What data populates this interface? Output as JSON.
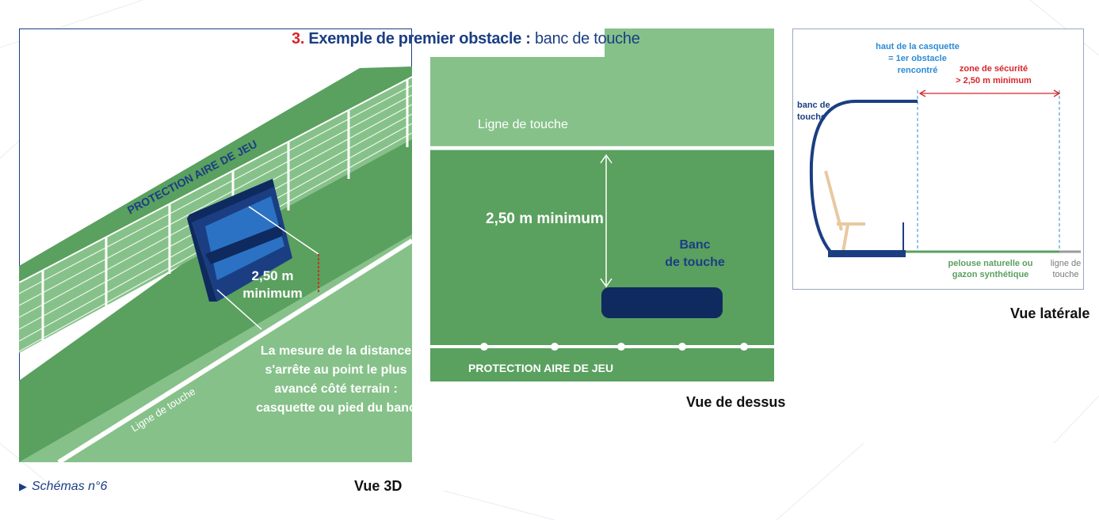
{
  "title": {
    "number": "3.",
    "bold_text": "Exemple de premier obstacle :",
    "normal_text": "banc de touche"
  },
  "view_3d": {
    "protection_label": "PROTECTION AIRE DE JEU",
    "distance_line1": "2,50 m",
    "distance_line2": "minimum",
    "note_lines": [
      "La mesure de la distance",
      "s'arrête au point le plus",
      "avancé côté terrain :",
      "casquette ou pied du banc"
    ],
    "touchline_label": "Ligne de touche",
    "caption": "Vue 3D"
  },
  "view_top": {
    "touchline_label": "Ligne de touche",
    "distance_label": "2,50 m minimum",
    "bench_line1": "Banc",
    "bench_line2": "de touche",
    "protection_label": "PROTECTION AIRE DE JEU",
    "caption": "Vue de dessus"
  },
  "view_side": {
    "cap_line1": "haut de la casquette",
    "cap_line2": "= 1er obstacle",
    "cap_line3": "rencontré",
    "zone_line1": "zone de sécurité",
    "zone_line2": "> 2,50 m minimum",
    "bench_line1": "banc de",
    "bench_line2": "touche",
    "lawn_line1": "pelouse naturelle ou",
    "lawn_line2": "gazon synthétique",
    "touch_line1": "ligne de",
    "touch_line2": "touche",
    "caption": "Vue latérale"
  },
  "footer": {
    "schemas": "Schémas n°6"
  },
  "colors": {
    "navy": "#1b3e83",
    "dark_navy": "#0f2a5e",
    "field_green": "#5aa05f",
    "light_green": "#86c189",
    "red": "#d6252a",
    "blue_label": "#2b8bd6",
    "seat": "#e9c9a0"
  }
}
